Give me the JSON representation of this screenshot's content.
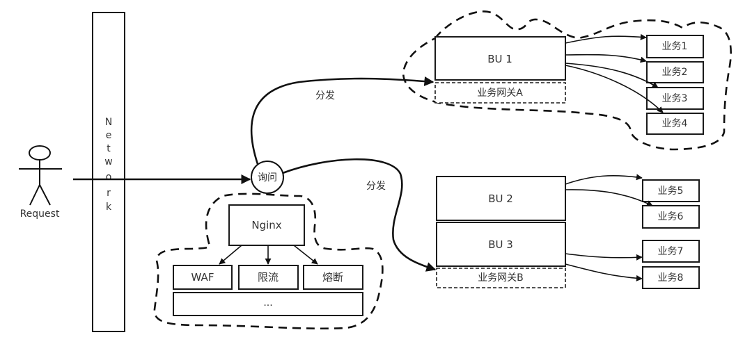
{
  "actor": {
    "label": "Request"
  },
  "network": {
    "label": "Network",
    "letters": [
      "N",
      "e",
      "t",
      "w",
      "o",
      "r",
      "k"
    ]
  },
  "router": {
    "label": "询问"
  },
  "edges": {
    "dispatch_top": "分发",
    "dispatch_bottom": "分发"
  },
  "edge_layer": {
    "nginx": "Nginx",
    "modules": [
      "WAF",
      "限流",
      "熔断"
    ],
    "more": "..."
  },
  "bu_groups": [
    {
      "units": [
        "BU 1"
      ],
      "gateway": "业务网关A",
      "services": [
        "业务1",
        "业务2",
        "业务3",
        "业务4"
      ]
    },
    {
      "units": [
        "BU 2",
        "BU 3"
      ],
      "gateway": "业务网关B",
      "services": [
        "业务5",
        "业务6",
        "业务7",
        "业务8"
      ]
    }
  ]
}
